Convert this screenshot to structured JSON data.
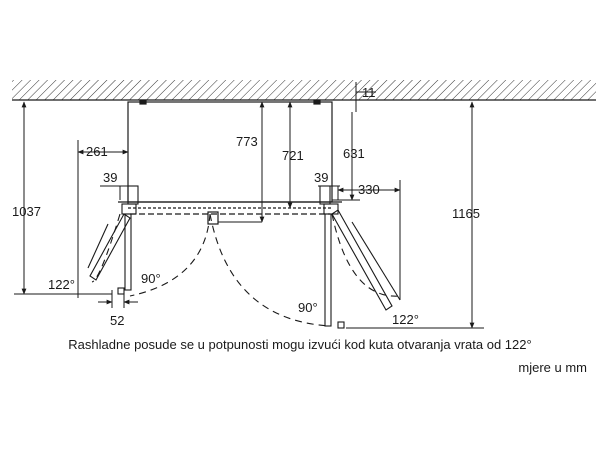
{
  "dimensions": {
    "wall_gap": "11",
    "depth_with_doors": "773",
    "cabinet_depth": "721",
    "depth_right": "631",
    "clearance_left_door": "261",
    "hinge_offset_left": "39",
    "hinge_offset_right": "39",
    "clearance_right_door": "330",
    "total_depth_left": "1037",
    "total_depth_right": "1165",
    "hinge_bottom": "52"
  },
  "angles": {
    "left_122": "122°",
    "left_90": "90°",
    "right_90": "90°",
    "right_122": "122°"
  },
  "caption": "Rashladne posude se u potpunosti mogu izvući kod kuta otvaranja vrata od 122°",
  "units_note": "mjere u mm"
}
